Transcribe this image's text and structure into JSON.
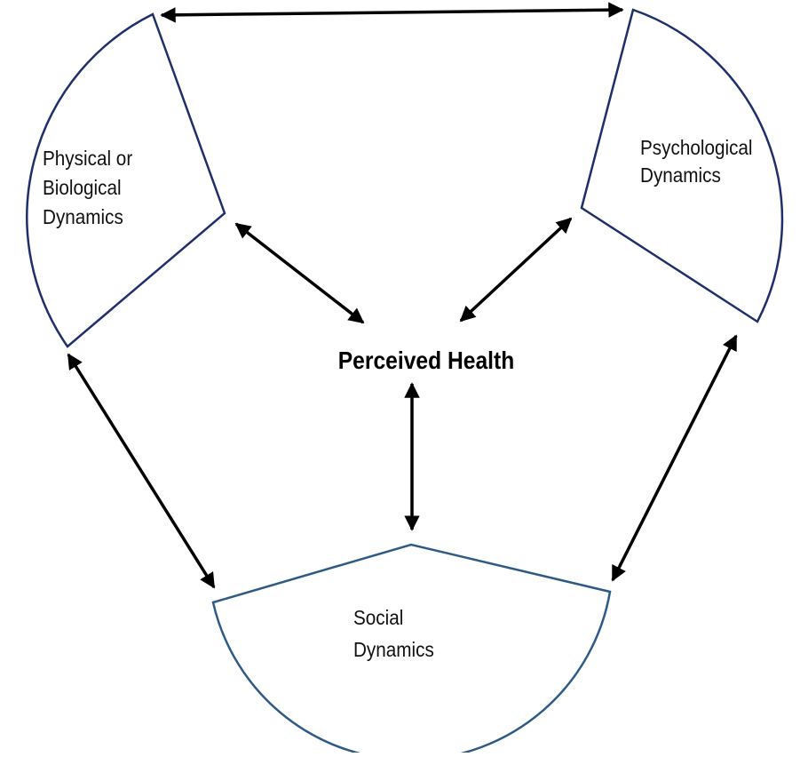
{
  "center": {
    "label": "Perceived Health"
  },
  "nodes": {
    "physical": {
      "lines": [
        "Physical or",
        "Biological",
        "Dynamics"
      ]
    },
    "psychological": {
      "lines": [
        "Psychological",
        "Dynamics"
      ]
    },
    "social": {
      "lines": [
        "Social",
        "Dynamics"
      ]
    }
  },
  "colors": {
    "sector_border": "#1f2f6b",
    "social_border": "#2e5a85",
    "arrow": "#000000",
    "background": "#ffffff"
  }
}
